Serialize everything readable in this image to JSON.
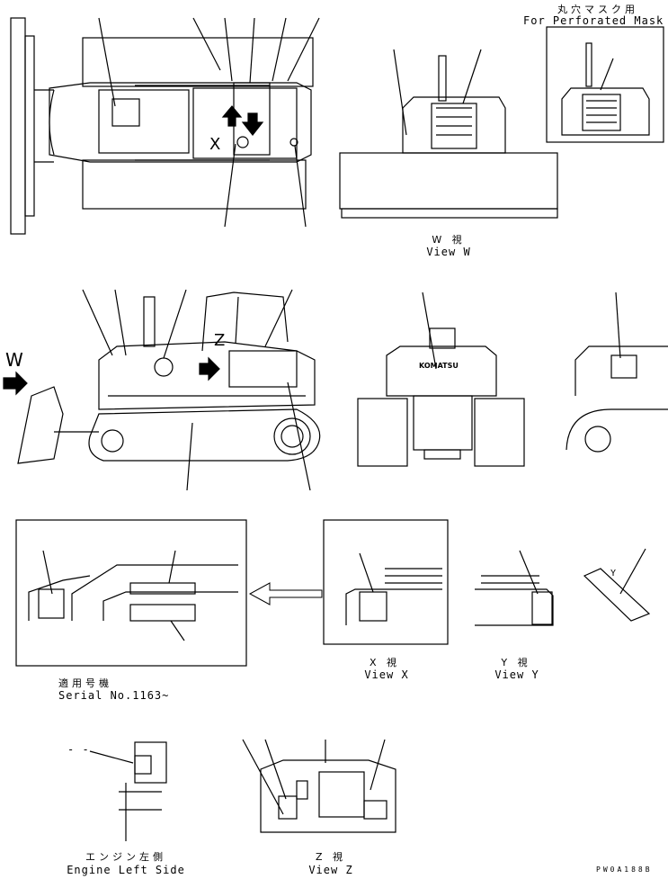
{
  "labels": {
    "perforated_jp": "丸穴マスク用",
    "perforated_en": "For Perforated Mask",
    "view_w_jp": "W 視",
    "view_w_en": "View W",
    "arrow_w": "W",
    "arrow_z": "Z",
    "arrow_x": "X",
    "arrow_y": "Y",
    "view_x_jp": "X 視",
    "view_x_en": "View X",
    "view_y_jp": "Y 視",
    "view_y_en": "View Y",
    "serial_jp": "適用号機",
    "serial_en": "Serial No.1163~",
    "engine_jp": "エンジン左側",
    "engine_en": "Engine Left Side",
    "view_z_jp": "Z 視",
    "view_z_en": "View Z",
    "drawing_code": "PW0A188B",
    "dash": "- -",
    "brand": "KOMATSU"
  }
}
